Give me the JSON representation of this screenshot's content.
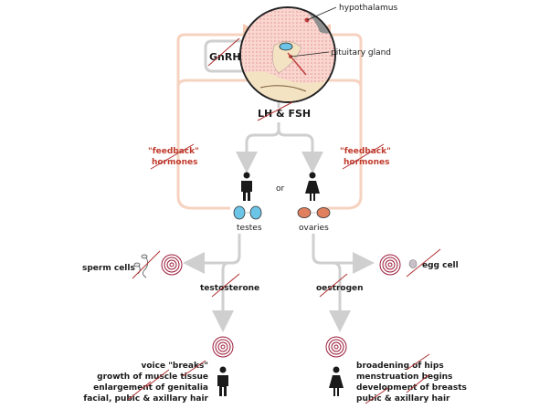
{
  "brain": {
    "hypothalamus_label": "hypothalamus",
    "pituitary_label": "pituitary gland",
    "gnrh_label": "GnRH"
  },
  "hormones": {
    "lh_fsh_label": "LH & FSH",
    "or_label": "or",
    "feedback_left": [
      "\"feedback\"",
      "hormones"
    ],
    "feedback_right": [
      "\"feedback\"",
      "hormones"
    ]
  },
  "male": {
    "gonad_label": "testes",
    "cell_label": "sperm cells",
    "hormone_label": "testosterone",
    "features": [
      "voice \"breaks\"",
      "growth of muscle tissue",
      "enlargement of genitalia",
      "facial, pubic & axillary hair"
    ]
  },
  "female": {
    "gonad_label": "ovaries",
    "cell_label": "egg cell",
    "hormone_label": "oestrogen",
    "features": [
      "broadening of hips",
      "menstruation begins",
      "development of breasts",
      "pubic & axillary hair"
    ]
  },
  "colors": {
    "feedback_loop": "#f6d3c0",
    "arrow_grey": "#cfcfcf",
    "strike_red": "#b03030",
    "testes_blue": "#6cc4e6",
    "ovary_orange": "#e0805e",
    "target_ring": "#9b1b3a"
  }
}
